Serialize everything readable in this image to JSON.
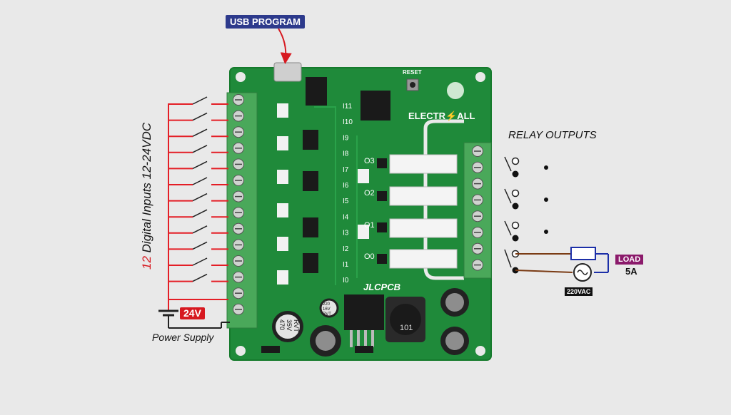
{
  "usb_label": "USB PROGRAM",
  "relay_outputs_label": "RELAY OUTPUTS",
  "digital_inputs": {
    "count": "12",
    "label": "Digital Inputs 12-24VDC"
  },
  "power_supply_label": "Power Supply",
  "voltage_label": "24V",
  "load": {
    "label": "LOAD",
    "current": "5A"
  },
  "ac_source_label": "220VAC",
  "board": {
    "reset_label": "RESET",
    "brand": "ELECTR⚡ALL",
    "pcb_maker": "JLCPCB",
    "input_labels": [
      "I11",
      "I10",
      "I9",
      "I8",
      "I7",
      "I6",
      "I5",
      "I4",
      "I3",
      "I2",
      "I1",
      "I0"
    ],
    "output_labels": [
      "O3",
      "O2",
      "O1",
      "O0"
    ],
    "cap_small": [
      "220",
      "16V",
      "RVT"
    ],
    "cap_large": [
      "470",
      "35V",
      "RVT"
    ],
    "inductor": "101"
  },
  "colors": {
    "pcb": "#1f8a3a",
    "terminal": "#4aa85a",
    "wire_red": "#e41e26",
    "wire_brown": "#7a3b14",
    "wire_blue": "#1c2fa8",
    "usb_tag": "#2d3a8c",
    "load_tag": "#8b1a6b"
  }
}
